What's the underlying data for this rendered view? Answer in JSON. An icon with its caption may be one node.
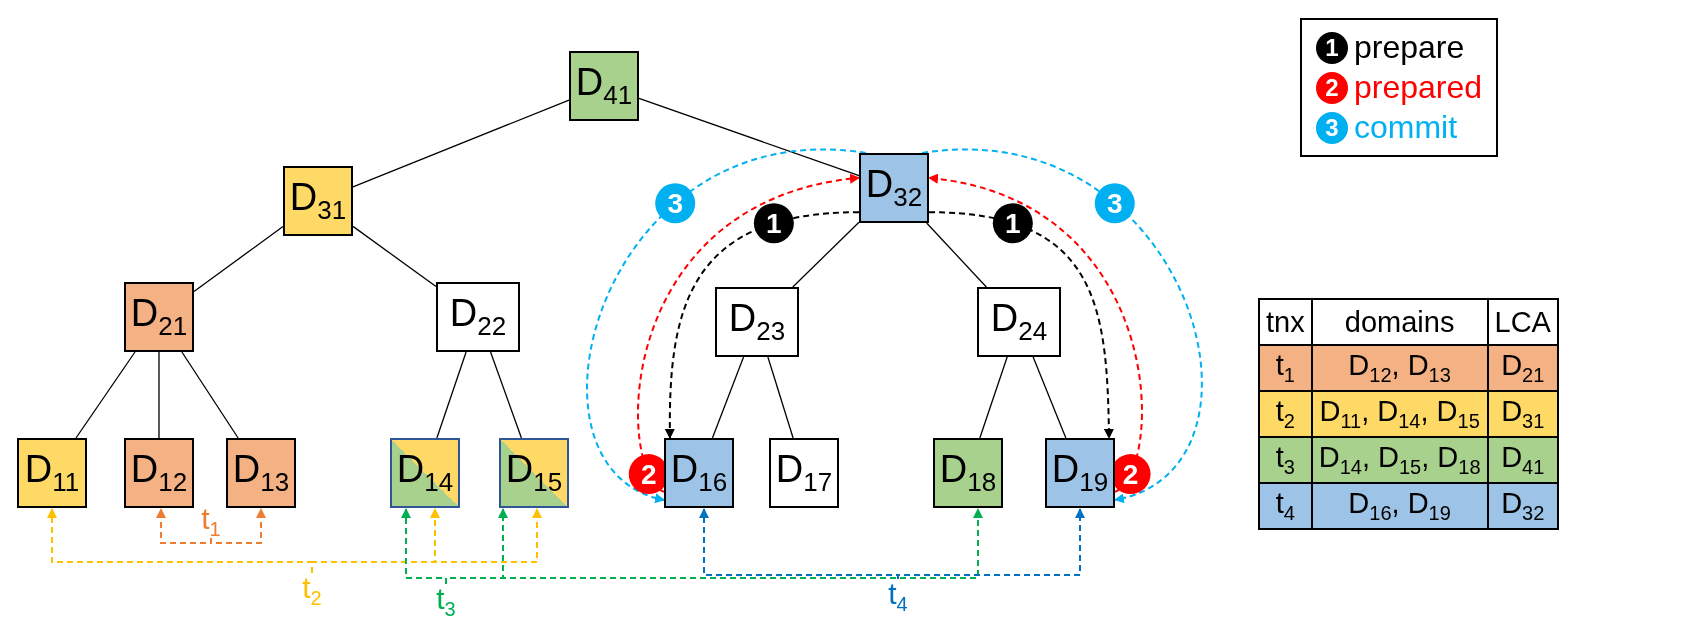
{
  "diagram": {
    "nodes": [
      {
        "text": [
          "D$_{41}$"
        ]
      },
      {
        "text": [
          "D$_{31}$"
        ]
      },
      {
        "text": [
          "D$_{32}$"
        ]
      },
      {
        "text": [
          "D$_{21}$"
        ]
      },
      {
        "text": [
          "D$_{22}$"
        ]
      },
      {
        "text": [
          "D$_{23}$"
        ]
      },
      {
        "text": [
          "D$_{24}$"
        ]
      },
      {
        "text": [
          "D$_{11}$"
        ]
      },
      {
        "text": [
          "D$_{12}$"
        ]
      },
      {
        "text": [
          "D$_{13}$"
        ]
      },
      {
        "text": [
          "D$_{14}$"
        ]
      },
      {
        "text": [
          "D$_{15}$"
        ]
      },
      {
        "text": [
          "D$_{16}$"
        ]
      },
      {
        "text": [
          "D$_{17}$"
        ]
      },
      {
        "text": [
          "D$_{18}$"
        ]
      },
      {
        "text": [
          "D$_{19}$"
        ]
      },
      {
        "text": [
          "t$_{1}$"
        ]
      },
      {
        "text": [
          "t$_{2}$"
        ]
      },
      {
        "text": [
          "t$_{3}$"
        ]
      },
      {
        "text": [
          "t$_{4}$"
        ]
      }
    ],
    "edges": [
      {
        "from": 0,
        "to": 1,
        "arrow": "none"
      },
      {
        "from": 0,
        "to": 2,
        "arrow": "none"
      },
      {
        "from": 1,
        "to": 3,
        "arrow": "none"
      },
      {
        "from": 1,
        "to": 4,
        "arrow": "none"
      },
      {
        "from": 2,
        "to": 5,
        "arrow": "none"
      },
      {
        "from": 2,
        "to": 6,
        "arrow": "none"
      },
      {
        "from": 3,
        "to": 7,
        "arrow": "none"
      },
      {
        "from": 3,
        "to": 8,
        "arrow": "none"
      },
      {
        "from": 3,
        "to": 9,
        "arrow": "none"
      },
      {
        "from": 4,
        "to": 10,
        "arrow": "none"
      },
      {
        "from": 4,
        "to": 11,
        "arrow": "none"
      },
      {
        "from": 5,
        "to": 12,
        "arrow": "none"
      },
      {
        "from": 5,
        "to": 13,
        "arrow": "none"
      },
      {
        "from": 6,
        "to": 14,
        "arrow": "none"
      },
      {
        "from": 6,
        "to": 15,
        "arrow": "none"
      },
      {
        "from": 2,
        "to": 12,
        "arrow": "to",
        "label": "1",
        "style": "dashed",
        "color": "#000000"
      },
      {
        "from": 2,
        "to": 15,
        "arrow": "to",
        "label": "1",
        "style": "dashed",
        "color": "#000000"
      },
      {
        "from": 12,
        "to": 2,
        "arrow": "to",
        "label": "2",
        "style": "dashed",
        "color": "#ff0000"
      },
      {
        "from": 15,
        "to": 2,
        "arrow": "to",
        "label": "2",
        "style": "dashed",
        "color": "#ff0000"
      },
      {
        "from": 2,
        "to": 12,
        "arrow": "to",
        "label": "3",
        "style": "dashed",
        "color": "#00b0f0"
      },
      {
        "from": 2,
        "to": 15,
        "arrow": "to",
        "label": "3",
        "style": "dashed",
        "color": "#00b0f0"
      },
      {
        "from": 16,
        "to": 8,
        "arrow": "to",
        "style": "dashed",
        "color": "#ed7d31"
      },
      {
        "from": 16,
        "to": 9,
        "arrow": "to",
        "style": "dashed",
        "color": "#ed7d31"
      },
      {
        "from": 17,
        "to": 7,
        "arrow": "to",
        "style": "dashed",
        "color": "#ffc000"
      },
      {
        "from": 17,
        "to": 10,
        "arrow": "to",
        "style": "dashed",
        "color": "#ffc000"
      },
      {
        "from": 17,
        "to": 11,
        "arrow": "to",
        "style": "dashed",
        "color": "#ffc000"
      },
      {
        "from": 18,
        "to": 10,
        "arrow": "to",
        "style": "dashed",
        "color": "#00b050"
      },
      {
        "from": 18,
        "to": 11,
        "arrow": "to",
        "style": "dashed",
        "color": "#00b050"
      },
      {
        "from": 18,
        "to": 14,
        "arrow": "to",
        "style": "dashed",
        "color": "#00b050"
      },
      {
        "from": 19,
        "to": 12,
        "arrow": "to",
        "style": "dashed",
        "color": "#0070c0"
      },
      {
        "from": 19,
        "to": 15,
        "arrow": "to",
        "style": "dashed",
        "color": "#0070c0"
      }
    ],
    "labels": [
      "1",
      "2",
      "3",
      "tnx",
      "domains",
      "LCA",
      "t$_{1}$",
      "D$_{12}$, D$_{13}$",
      "D$_{21}$",
      "t$_{2}$",
      "D$_{11}$, D$_{14}$, D$_{15}$",
      "D$_{31}$",
      "t$_{3}$",
      "D$_{14}$, D$_{15}$, D$_{18}$",
      "D$_{41}$",
      "t$_{4}$",
      "D$_{16}$, D$_{19}$",
      "D$_{32}$"
    ],
    "legend": [
      {
        "text": "prepare",
        "color": "#000000"
      },
      {
        "text": "prepared",
        "color": "#ff0000"
      },
      {
        "text": "commit",
        "color": "#00b0f0"
      }
    ]
  }
}
